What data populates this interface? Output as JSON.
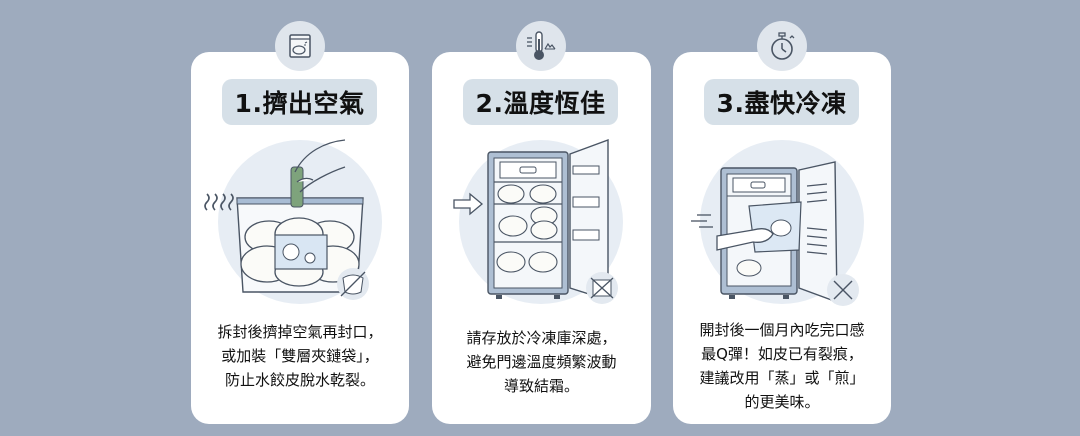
{
  "colors": {
    "background": "#9eabbe",
    "card": "#ffffff",
    "title_pill": "#d6e0e8",
    "icon_circle": "#dfe5ec",
    "illustration_bg": "#e7edf4",
    "line": "#4a5564",
    "accent_green": "#7ea37c"
  },
  "cards": [
    {
      "icon": "zip-bag-icon",
      "title": "1.擠出空氣",
      "illustration": "hand-squeezing-air-from-zip-bag",
      "lines": [
        "拆封後擠掉空氣再封口，",
        "或加裝「雙層夾鏈袋」，",
        "防止水餃皮脫水乾裂。"
      ]
    },
    {
      "icon": "thermometer-icon",
      "title": "2.溫度恆佳",
      "illustration": "freezer-deep-storage",
      "lines": [
        "請存放於冷凍庫深處，",
        "避免門邊溫度頻繁波動",
        "導致結霜。"
      ]
    },
    {
      "icon": "stopwatch-icon",
      "title": "3.盡快冷凍",
      "illustration": "hand-placing-bag-in-freezer",
      "lines": [
        "開封後一個月內吃完口感",
        "最Q彈！如皮已有裂痕，",
        "建議改用「蒸」或「煎」",
        "的更美味。"
      ]
    }
  ]
}
